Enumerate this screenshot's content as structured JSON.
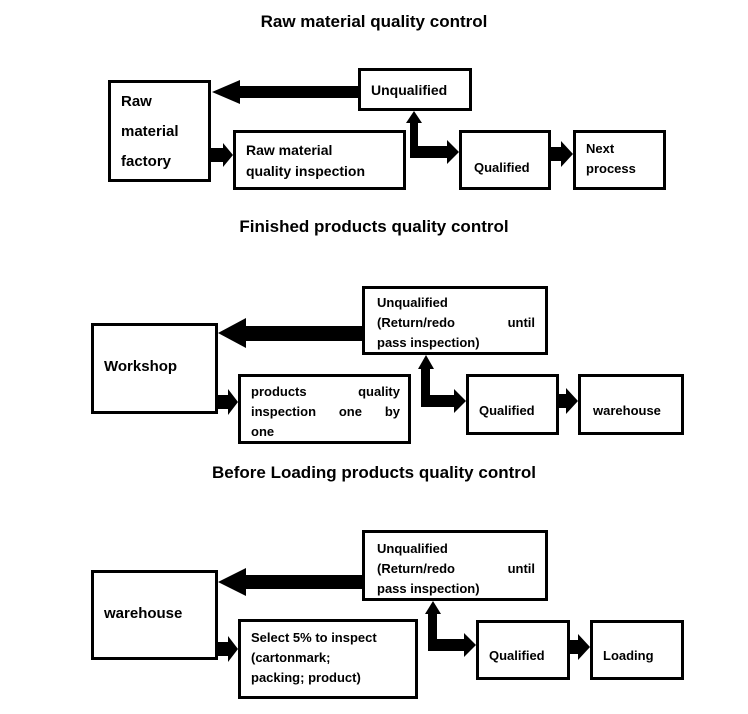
{
  "sections": [
    {
      "title": "Raw material quality control",
      "source_lines": [
        "Raw",
        "material",
        "factory"
      ],
      "inspection_lines": [
        "Raw material",
        "quality inspection"
      ],
      "unqualified_lines": [
        "Unqualified"
      ],
      "qualified": "Qualified",
      "next_lines": [
        "Next",
        "process"
      ]
    },
    {
      "title": "Finished products quality control",
      "source_lines": [
        "Workshop"
      ],
      "inspection_lines": [
        "products quality",
        "inspection one by",
        "one"
      ],
      "unqualified_lines": [
        "Unqualified",
        "(Return/redo until",
        "pass inspection)"
      ],
      "qualified": "Qualified",
      "next_lines": [
        "warehouse"
      ]
    },
    {
      "title": "Before Loading products quality control",
      "source_lines": [
        "warehouse"
      ],
      "inspection_lines": [
        "Select 5% to inspect",
        "(cartonmark;",
        "packing; product)"
      ],
      "unqualified_lines": [
        "Unqualified",
        "(Return/redo until",
        "pass inspection)"
      ],
      "qualified": "Qualified",
      "next_lines": [
        "Loading"
      ]
    }
  ],
  "colors": {
    "ink": "#000000",
    "background": "#ffffff"
  }
}
